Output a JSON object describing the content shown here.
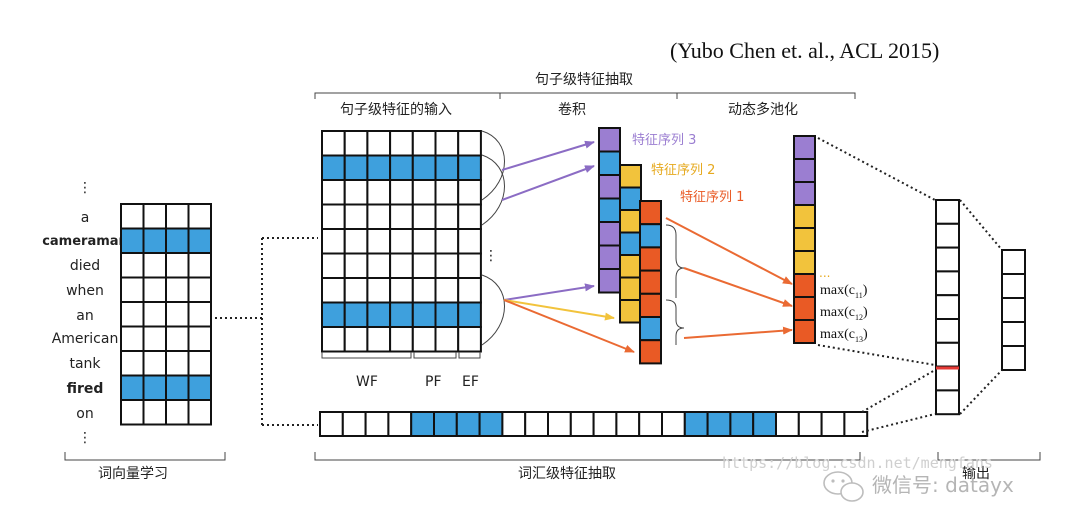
{
  "citation": "(Yubo Chen et. al., ACL 2015)",
  "headers": {
    "sentence_level": "句子级特征抽取",
    "sentence_input": "句子级特征的输入",
    "convolution": "卷积",
    "dynamic_pooling": "动态多池化",
    "word_embedding": "词向量学习",
    "lexical_level": "词汇级特征抽取",
    "output": "输出"
  },
  "words": [
    "⋮",
    "a",
    "cameraman",
    "died",
    "when",
    "an",
    "American",
    "tank",
    "fired",
    "on",
    "⋮"
  ],
  "input_labels": {
    "wf": "WF",
    "pf": "PF",
    "ef": "EF"
  },
  "feature_maps": {
    "map3": "特征序列 3",
    "map2": "特征序列 2",
    "map1": "特征序列 1"
  },
  "ellipsis": "...",
  "vdots": "⋮",
  "pooling_labels": [
    {
      "prefix": "max(c",
      "sub": "11",
      "suffix": ")"
    },
    {
      "prefix": "max(c",
      "sub": "12",
      "suffix": ")"
    },
    {
      "prefix": "max(c",
      "sub": "13",
      "suffix": ")"
    }
  ],
  "watermark": {
    "url": "https://blog.csdn.net/mengfans",
    "wechat": "微信号: datayx"
  },
  "colors": {
    "blue": "#3ea0dd",
    "purple": "#9b7ed1",
    "yellow": "#f2c33c",
    "orange": "#e95a25",
    "red": "#e53935",
    "arrow_purple": "#8b6cc4",
    "arrow_yellow": "#f2c33c",
    "arrow_orange": "#ea6a33"
  }
}
